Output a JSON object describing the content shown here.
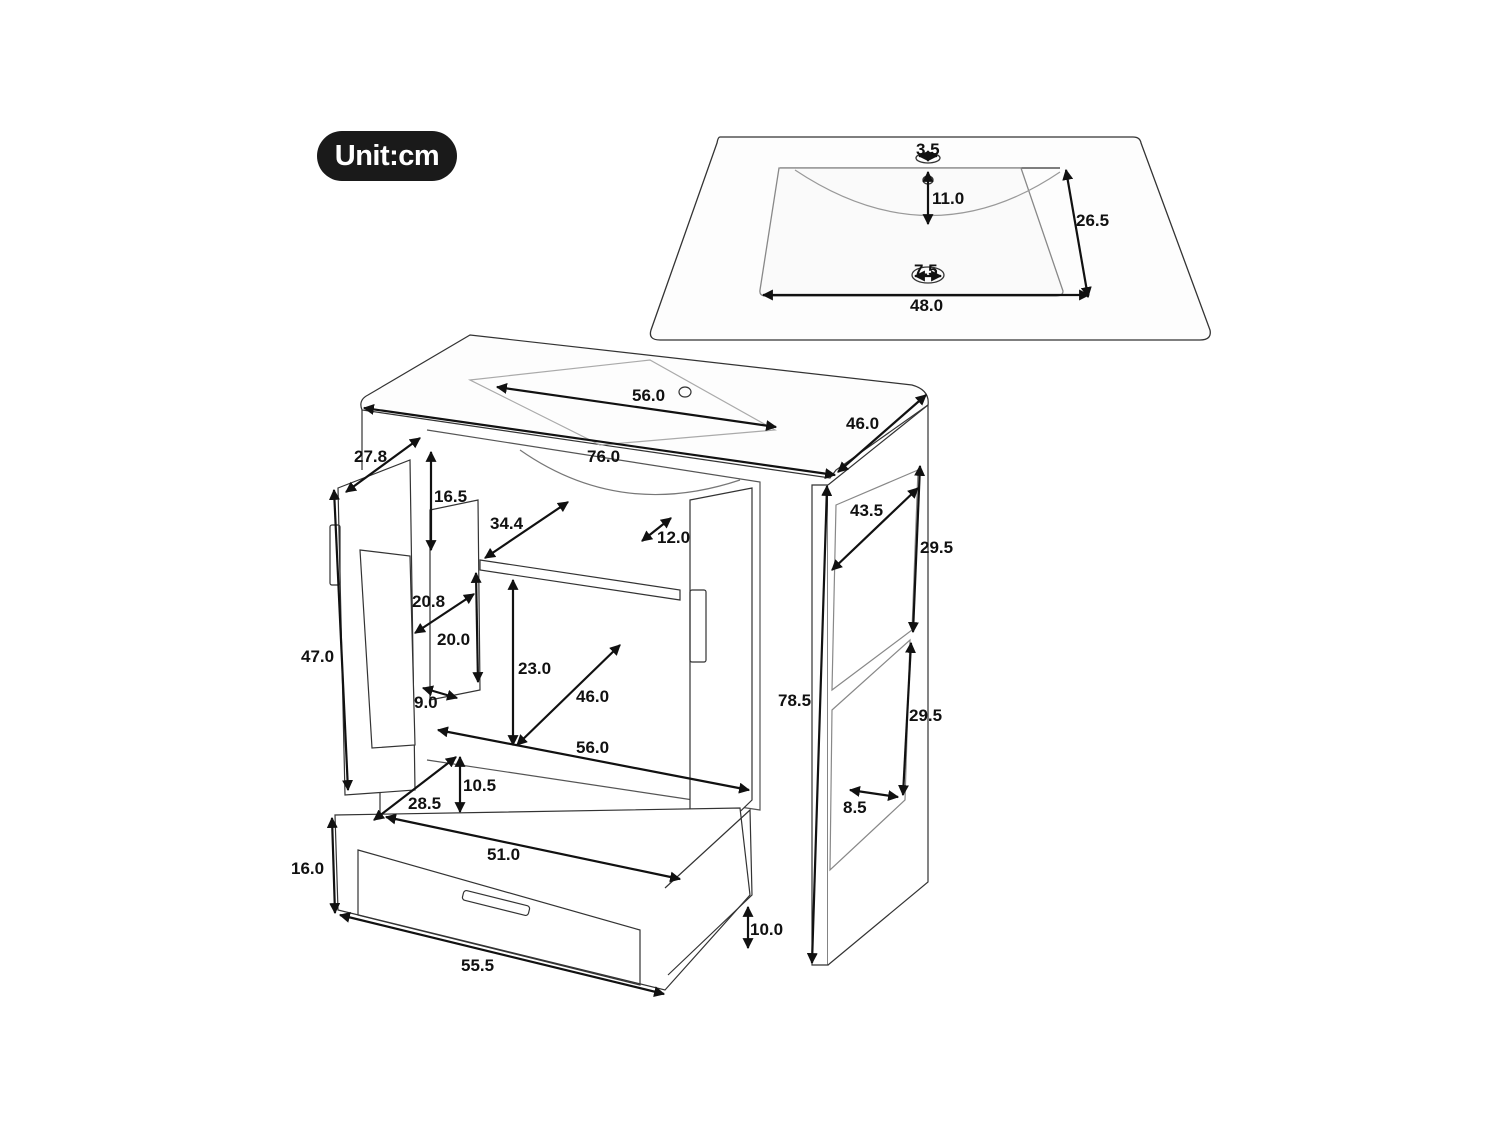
{
  "unit_badge": "Unit:cm",
  "sink_top_view": {
    "labels": {
      "faucet_hole": "3.5",
      "bowl_depth": "11.0",
      "bowl_front_to_back": "26.5",
      "drain_hole": "7.5",
      "bowl_width": "48.0"
    }
  },
  "vanity": {
    "labels": {
      "basin_width": "56.0",
      "overall_depth": "46.0",
      "overall_width": "76.0",
      "door_width": "27.8",
      "hinge_height": "16.5",
      "cabinet_shelf_depth": "34.4",
      "shelf_rear_gap": "12.0",
      "door_shelf_width": "20.8",
      "door_shelf_height": "20.0",
      "door_shelf_depth": "9.0",
      "door_height": "47.0",
      "cabinet_interior_height": "23.0",
      "cabinet_interior_depth": "46.0",
      "cabinet_interior_width": "56.0",
      "overall_height": "78.5",
      "side_shelf_depth": "43.5",
      "side_upper_shelf_height": "29.5",
      "side_lower_shelf_height": "29.5",
      "side_shelf_lip": "8.5",
      "drawer_inner_height": "10.5",
      "drawer_inner_depth": "28.5",
      "drawer_inner_width": "51.0",
      "drawer_front_height": "16.0",
      "drawer_front_width": "55.5",
      "toe_kick_height": "10.0"
    }
  }
}
